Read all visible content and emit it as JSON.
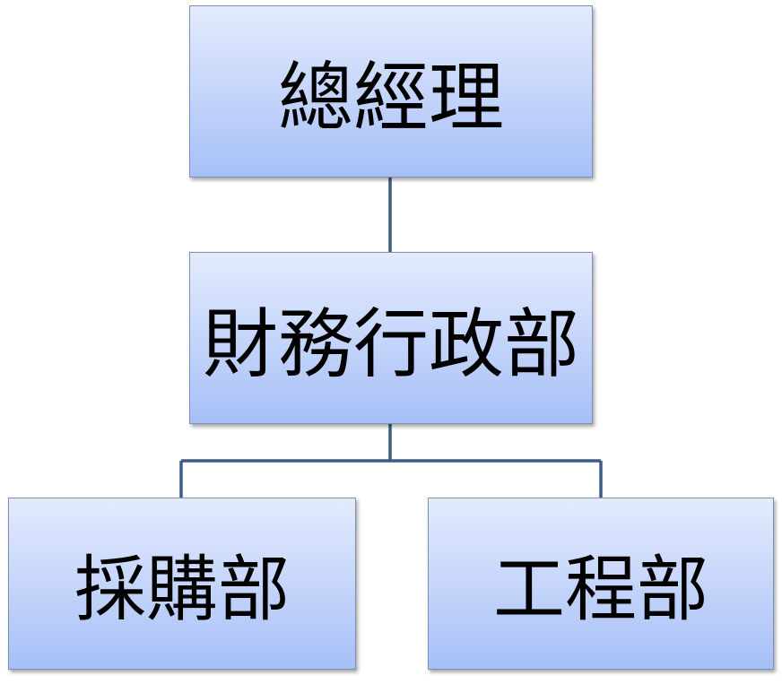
{
  "org_chart": {
    "root": {
      "label": "總經理"
    },
    "level2": {
      "label": "財務行政部"
    },
    "children": [
      {
        "label": "採購部"
      },
      {
        "label": "工程部"
      }
    ]
  },
  "colors": {
    "box_gradient_top": "#e3ebfc",
    "box_gradient_bottom": "#a6c0f7",
    "box_border": "#7d90b5",
    "connector": "#3e5c82",
    "text": "#000000"
  }
}
